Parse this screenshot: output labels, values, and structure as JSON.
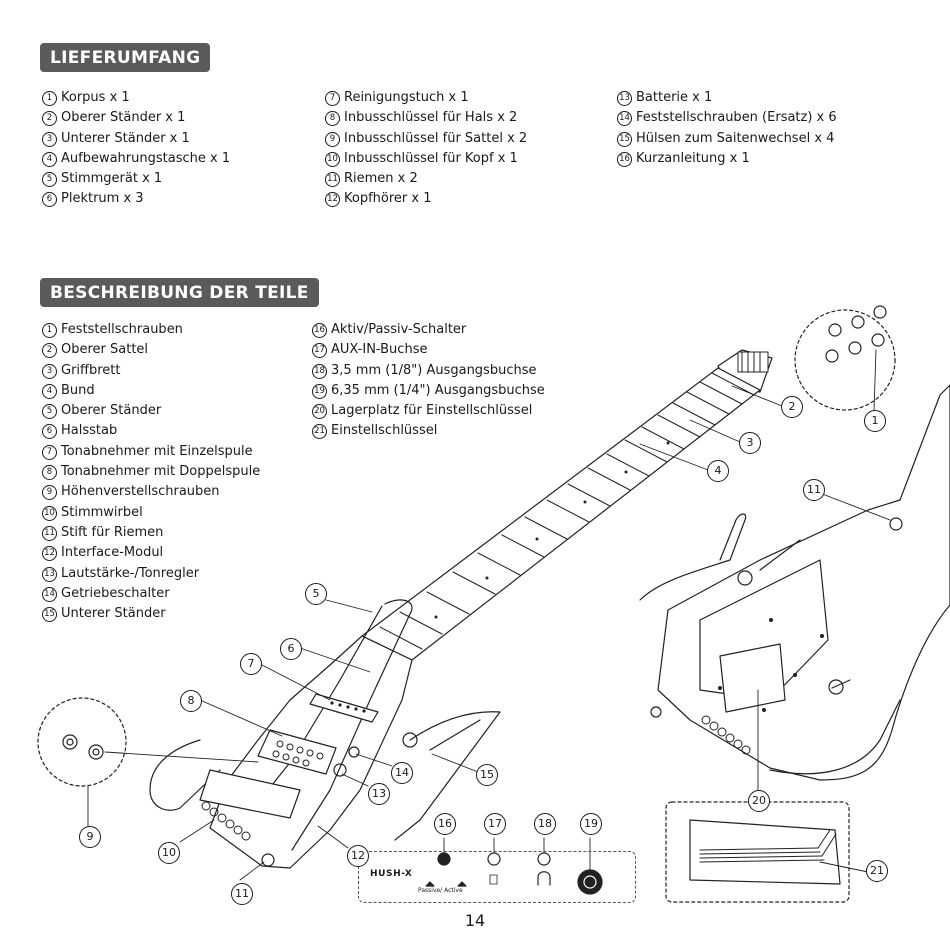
{
  "sections": {
    "contents_title": "LIEFERUMFANG",
    "parts_title": "BESCHREIBUNG DER TEILE"
  },
  "contents": {
    "col1": [
      {
        "n": "1",
        "text": "Korpus x 1"
      },
      {
        "n": "2",
        "text": "Oberer Ständer x 1"
      },
      {
        "n": "3",
        "text": "Unterer Ständer x 1"
      },
      {
        "n": "4",
        "text": "Aufbewahrungstasche x 1"
      },
      {
        "n": "5",
        "text": "Stimmgerät x 1"
      },
      {
        "n": "6",
        "text": "Plektrum x 3"
      }
    ],
    "col2": [
      {
        "n": "7",
        "text": "Reinigungstuch x 1"
      },
      {
        "n": "8",
        "text": "Inbusschlüssel für Hals x 2"
      },
      {
        "n": "9",
        "text": "Inbusschlüssel für Sattel x 2"
      },
      {
        "n": "10",
        "text": "Inbusschlüssel für Kopf x 1"
      },
      {
        "n": "11",
        "text": "Riemen x 2"
      },
      {
        "n": "12",
        "text": "Kopfhörer x 1"
      }
    ],
    "col3": [
      {
        "n": "13",
        "text": "Batterie x 1"
      },
      {
        "n": "14",
        "text": "Feststellschrauben (Ersatz) x 6"
      },
      {
        "n": "15",
        "text": "Hülsen zum Saitenwechsel x 4"
      },
      {
        "n": "16",
        "text": "Kurzanleitung x 1"
      }
    ]
  },
  "parts": {
    "col1": [
      {
        "n": "1",
        "text": "Feststellschrauben"
      },
      {
        "n": "2",
        "text": "Oberer Sattel"
      },
      {
        "n": "3",
        "text": "Griffbrett"
      },
      {
        "n": "4",
        "text": "Bund"
      },
      {
        "n": "5",
        "text": "Oberer Ständer"
      },
      {
        "n": "6",
        "text": "Halsstab"
      },
      {
        "n": "7",
        "text": "Tonabnehmer mit Einzelspule"
      },
      {
        "n": "8",
        "text": "Tonabnehmer mit Doppelspule"
      },
      {
        "n": "9",
        "text": "Höhenverstellschrauben"
      },
      {
        "n": "10",
        "text": "Stimmwirbel"
      },
      {
        "n": "11",
        "text": "Stift für Riemen"
      },
      {
        "n": "12",
        "text": "Interface-Modul"
      },
      {
        "n": "13",
        "text": "Lautstärke-/Tonregler"
      },
      {
        "n": "14",
        "text": "Getriebeschalter"
      },
      {
        "n": "15",
        "text": "Unterer Ständer"
      }
    ],
    "col2": [
      {
        "n": "16",
        "text": "Aktiv/Passiv-Schalter"
      },
      {
        "n": "17",
        "text": "AUX-IN-Buchse"
      },
      {
        "n": "18",
        "text": "3,5 mm (1/8\") Ausgangsbuchse"
      },
      {
        "n": "19",
        "text": "6,35 mm (1/4\") Ausgangsbuchse"
      },
      {
        "n": "20",
        "text": "Lagerplatz für Einstellschlüssel"
      },
      {
        "n": "21",
        "text": "Einstellschlüssel"
      }
    ]
  },
  "diagram": {
    "brand": "HUSH-X",
    "switch_label": "Passive/ Active",
    "callouts": [
      "1",
      "2",
      "3",
      "4",
      "5",
      "6",
      "7",
      "8",
      "9",
      "10",
      "11",
      "12",
      "13",
      "14",
      "15",
      "16",
      "17",
      "18",
      "19",
      "20",
      "21"
    ]
  },
  "page_number": "14"
}
